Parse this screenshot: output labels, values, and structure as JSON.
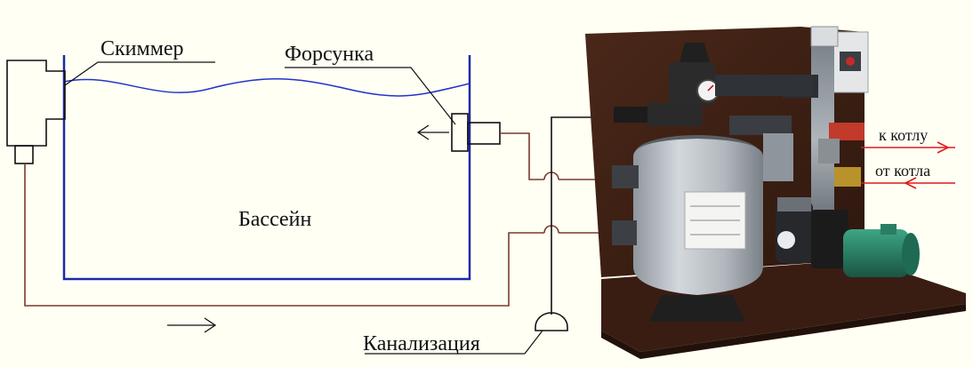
{
  "labels": {
    "skimmer": "Скиммер",
    "nozzle": "Форсунка",
    "pool": "Бассейн",
    "sewer": "Канализация",
    "to_boiler": "к котлу",
    "from_boiler": "от котла"
  },
  "colors": {
    "background": "#fffff4",
    "pool_walls": "#1a2aa8",
    "water_surface": "#2233cc",
    "pipe": "#7a3a2a",
    "black_line": "#111111",
    "boiler_lines": "#e01a1a",
    "board": "#3b1f14",
    "filter_tank": "#b7bdc4",
    "pump_motor": "#2f8a6e"
  },
  "icons": [
    "arrow-left-icon",
    "arrow-right-icon",
    "pressure-gauge-icon",
    "electric-switch-box-icon"
  ]
}
